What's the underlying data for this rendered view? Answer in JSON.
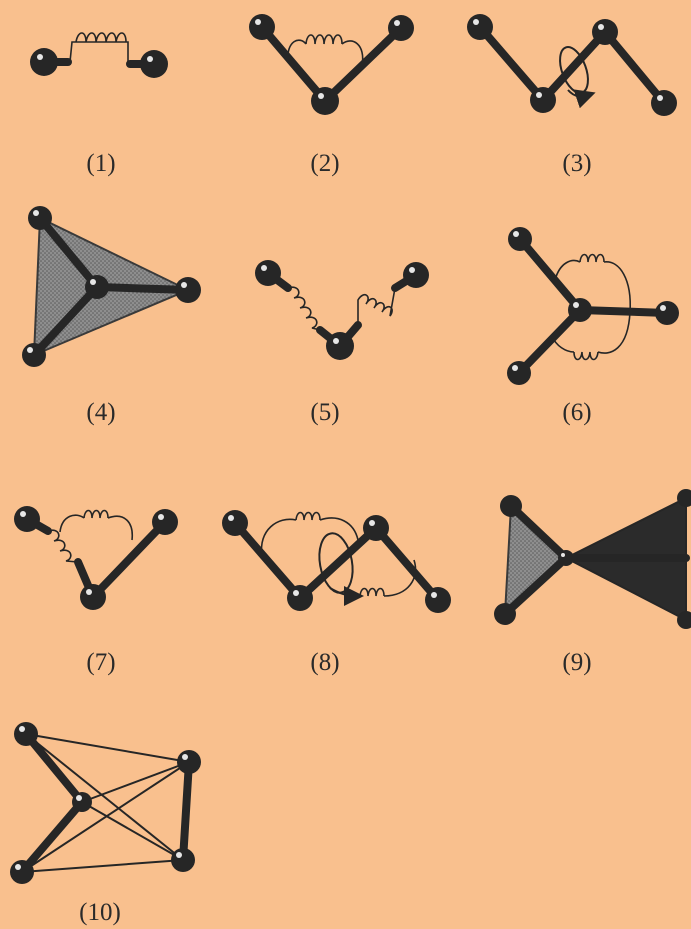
{
  "figure": {
    "panels": [
      {
        "id": 1,
        "label": "(1)",
        "type": "bond-stretch"
      },
      {
        "id": 2,
        "label": "(2)",
        "type": "angle-bend"
      },
      {
        "id": 3,
        "label": "(3)",
        "type": "torsion"
      },
      {
        "id": 4,
        "label": "(4)",
        "type": "out-of-plane"
      },
      {
        "id": 5,
        "label": "(5)",
        "type": "stretch-stretch"
      },
      {
        "id": 6,
        "label": "(6)",
        "type": "bend-bend"
      },
      {
        "id": 7,
        "label": "(7)",
        "type": "stretch-bend"
      },
      {
        "id": 8,
        "label": "(8)",
        "type": "bend-torsion-bend"
      },
      {
        "id": 9,
        "label": "(9)",
        "type": "out-of-plane-coupling"
      },
      {
        "id": 10,
        "label": "(10)",
        "type": "nonbonded-interactions"
      }
    ],
    "colors": {
      "background": "#F9C08E",
      "ink": "#262626",
      "shade_light": "#8a8a8a",
      "shade_dark": "#2b2b2b"
    }
  }
}
